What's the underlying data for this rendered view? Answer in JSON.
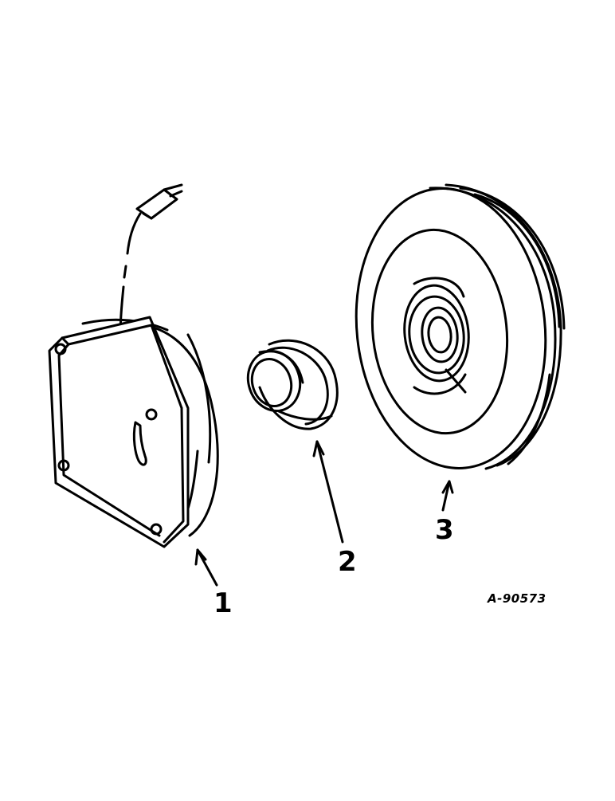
{
  "callouts": [
    {
      "label": "1",
      "part": "clutch-coil-housing"
    },
    {
      "label": "2",
      "part": "bearing"
    },
    {
      "label": "3",
      "part": "pulley"
    }
  ],
  "reference_code": "A-90573",
  "colors": {
    "ink": "#000000",
    "paper": "#ffffff"
  }
}
